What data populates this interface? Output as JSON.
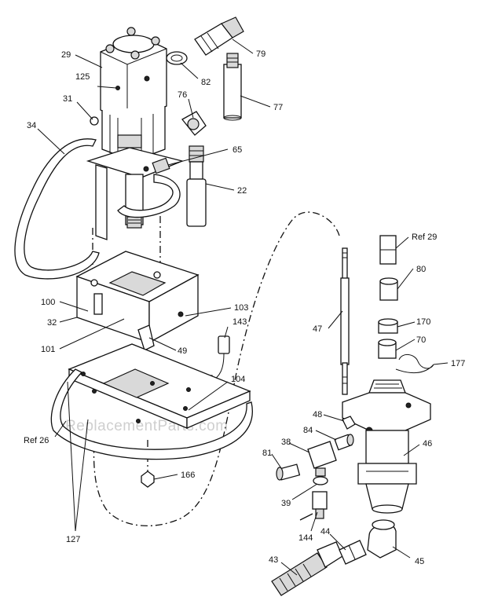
{
  "watermark": "eReplacementParts.com",
  "callouts": {
    "c29": "29",
    "c125": "125",
    "c31": "31",
    "c34": "34",
    "c76": "76",
    "c79": "79",
    "c82": "82",
    "c77": "77",
    "c65": "65",
    "c22": "22",
    "cref29": "Ref 29",
    "c80": "80",
    "c170": "170",
    "c70": "70",
    "c177": "177",
    "c100": "100",
    "c32": "32",
    "c101": "101",
    "c103": "103",
    "c143": "143",
    "c49": "49",
    "c47": "47",
    "c104": "104",
    "c48": "48",
    "c84": "84",
    "c46": "46",
    "cref26": "Ref 26",
    "c38": "38",
    "c81": "81",
    "c166": "166",
    "c39": "39",
    "c127": "127",
    "c144": "144",
    "c44": "44",
    "c43": "43",
    "c45": "45"
  }
}
